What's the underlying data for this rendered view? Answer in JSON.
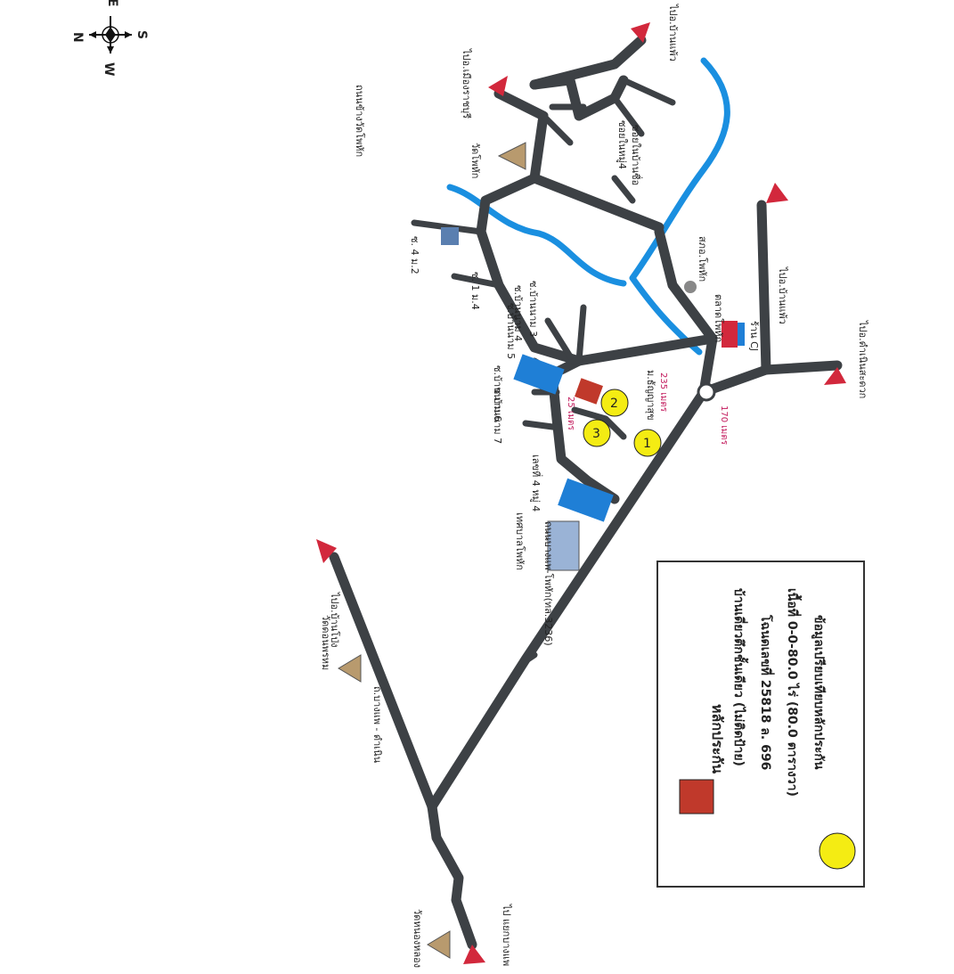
{
  "compass": {
    "n": "N",
    "e": "E",
    "s": "S",
    "w": "W"
  },
  "colors": {
    "road": "#3d4145",
    "river": "#1a8fe0",
    "arrow": "#d2283c",
    "building": "#1f7fd6",
    "marker": "#f4ec13",
    "collateral": "#c0392b"
  },
  "legend": {
    "title": "หลักประกัน",
    "line1": "บ้านเดี่ยวตึกชั้นเดียว (ไม่ติดป้าย)",
    "line2": "โฉนดเลขที่ 25818 ล. 696",
    "line3": "เนื้อที่ 0-0-80.0 ไร่ (80.0 ตารางวา)",
    "line4": "ข้อมูลเปรียบเทียบหลักประกัน"
  },
  "labels": {
    "road_wat_pho_hak": "ถนนข้างวัดโพหัก",
    "wat_pho_hak": "วัดโพหัก",
    "to_ratchaburi": "ไปอ.เมืองราชบุรี",
    "to_ban_phaeo_top": "ไปอ.บ้านแพ้ว",
    "soi_lang_1": "ซอยในหมู่4",
    "soi_lang_2": "ซอยในบ้านซื่อ",
    "road_4_12": "ซ. 4 ม.2",
    "road_1_4": "ซ. 1 ม.4",
    "moo_3": "ซ.บ้านนาม 3",
    "moo_4": "ซ.บ้านนาม 4",
    "moo_5": "ซ.บ้านนาม 5",
    "moo_6": "ซ.บ้านนาม 6",
    "moo_7": "ซ.บ้านนาม 7",
    "tambon_office": "สภอ.โพหัก",
    "market": "ตลาดโพหัก",
    "cj": "ร้าน CJ",
    "to_ban_phaeo_bottom": "ไปอ.บ้านแพ้ว",
    "to_damnoen": "ไปอ.ดำเนินสะดวก",
    "m_unyasuk": "ม.ธัญญาสุข",
    "dist_235": "235 เมตร",
    "dist_25": "25 เมตร",
    "dist_170": "170 เมตร",
    "municipality": "เทศบาลโพหัก",
    "house_no": "เลขที่ 4 หมู่ 4",
    "highway": "ถนนบางแพ-โพหัก(ทล.3236)",
    "wat_don": "วัดดอนพรหม",
    "to_ban_pong": "ไปอ.บ้านโป่ง",
    "road_bangphae": "ถ.บางแพ - ดำเนิน",
    "wat_nong": "วัดหนองหลอง",
    "to_bang_phae": "ไป แยกบางแพ"
  },
  "markers": [
    "1",
    "2",
    "3"
  ]
}
